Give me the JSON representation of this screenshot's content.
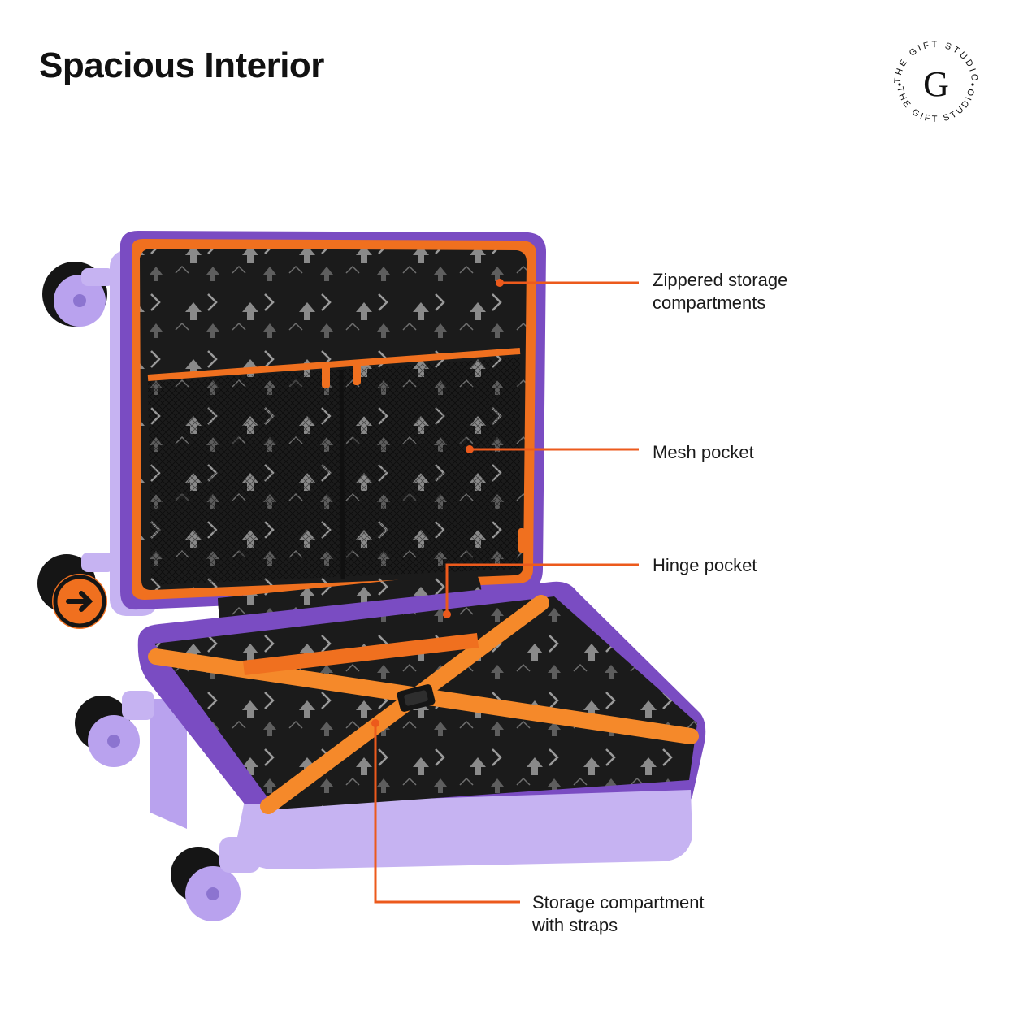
{
  "title": "Spacious Interior",
  "logo": {
    "letter": "G",
    "ring_text_top": "THE GIFT STUDIO",
    "ring_text_bottom": "THE GIFT STUDIO"
  },
  "callouts": [
    {
      "id": "zippered",
      "lines": [
        "Zippered storage",
        "compartments"
      ]
    },
    {
      "id": "mesh",
      "lines": [
        "Mesh pocket"
      ]
    },
    {
      "id": "hinge",
      "lines": [
        "Hinge pocket"
      ]
    },
    {
      "id": "straps",
      "lines": [
        "Storage compartment",
        "with straps"
      ]
    }
  ],
  "colors": {
    "shell_lavender": "#c6b3f2",
    "shell_dark_purple": "#6a3fb5",
    "lining_black": "#1b1b1b",
    "zipper_orange": "#f0701f",
    "strap_orange": "#f5892a",
    "callout_line": "#ec5a1c",
    "wheel_black": "#151515",
    "wheel_lavender": "#b9a2ee"
  }
}
